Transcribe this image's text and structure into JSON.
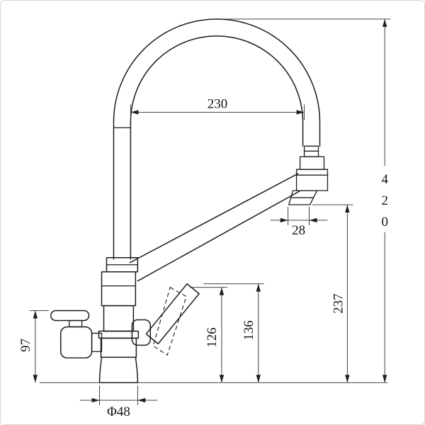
{
  "canvas": {
    "background": "#ffffff",
    "line_color": "#1c1c1c"
  },
  "drawing": {
    "dimensions": {
      "spout_reach": "230",
      "overall_height": "420",
      "outlet_width": "28",
      "outlet_height": "237",
      "handle_height_outer": "136",
      "handle_height_inner": "126",
      "side_handle_height": "97",
      "base_diameter": "Φ48"
    }
  }
}
